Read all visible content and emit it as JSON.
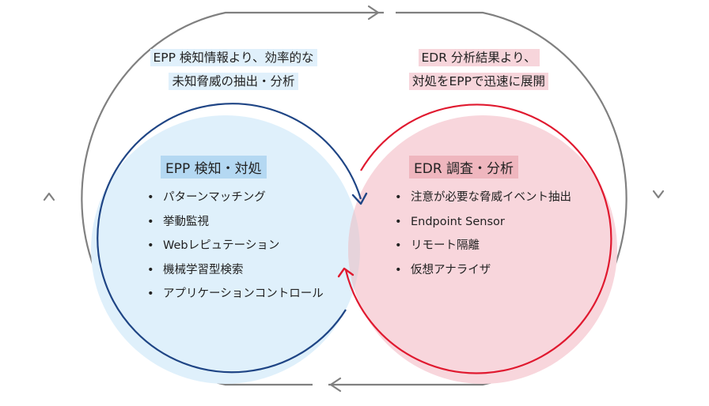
{
  "colors": {
    "epp_fill": "#dff0fb",
    "epp_stroke": "#1f4585",
    "edr_fill": "#f8d6dc",
    "edr_stroke": "#e0192f",
    "overlap_fill": "#e8d0d8",
    "cycle_stroke": "#808080"
  },
  "captions": {
    "left": {
      "line1": "EPP 検知情報より、効率的な",
      "line2": "未知脅威の抽出・分析"
    },
    "right": {
      "line1": "EDR 分析結果より、",
      "line2": "対処をEPPで迅速に展開"
    }
  },
  "epp": {
    "title": "EPP 検知・対処",
    "items": [
      "パターンマッチング",
      "挙動監視",
      "Webレピュテーション",
      "機械学習型検索",
      "アプリケーションコントロール"
    ]
  },
  "edr": {
    "title": "EDR 調査・分析",
    "items": [
      "注意が必要な脅威イベント抽出",
      "Endpoint Sensor",
      "リモート隔離",
      "仮想アナライザ"
    ]
  }
}
